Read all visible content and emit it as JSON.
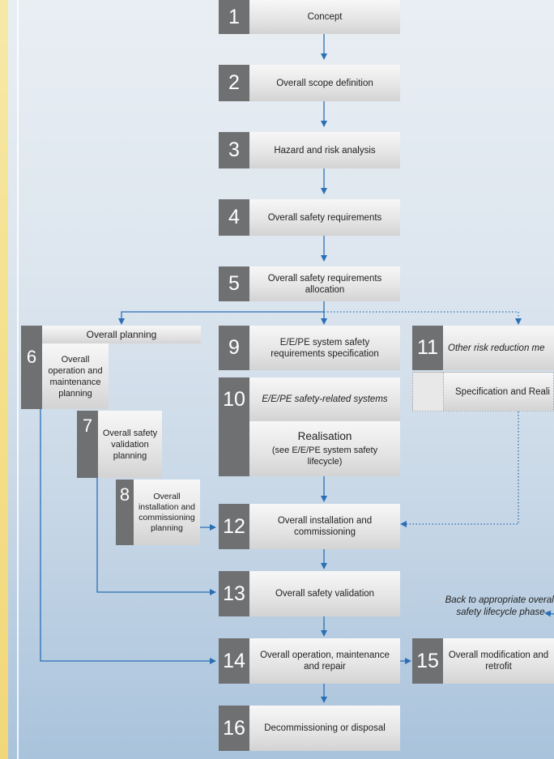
{
  "steps": [
    {
      "num": "1",
      "label": "Concept"
    },
    {
      "num": "2",
      "label": "Overall scope definition"
    },
    {
      "num": "3",
      "label": "Hazard and risk analysis"
    },
    {
      "num": "4",
      "label": "Overall safety requirements"
    },
    {
      "num": "5",
      "label": "Overall safety requirements allocation"
    },
    {
      "num": "6",
      "label": "Overall operation and maintenance planning"
    },
    {
      "num": "7",
      "label": "Overall safety validation planning"
    },
    {
      "num": "8",
      "label": "Overall installation and commissioning planning"
    },
    {
      "num": "9",
      "label": "E/E/PE system safety requirements specification"
    },
    {
      "num": "10",
      "label": "E/E/PE safety-related systems"
    },
    {
      "num": "11",
      "label": "Other risk reduction me"
    },
    {
      "num": "12",
      "label": "Overall installation and commissioning"
    },
    {
      "num": "13",
      "label": "Overall safety validation"
    },
    {
      "num": "14",
      "label": "Overall operation, maintenance and repair"
    },
    {
      "num": "15",
      "label": "Overall modification and retrofit"
    },
    {
      "num": "16",
      "label": "Decommissioning or disposal"
    }
  ],
  "planning_header": "Overall planning",
  "realisation": {
    "title": "Realisation",
    "subtitle": "(see E/E/PE system safety lifecycle)"
  },
  "spec_realisation": "Specification and Reali",
  "back_note": "Back to appropriate overall safety lifecycle phase",
  "colors": {
    "arrow": "#2a6fb5",
    "number_bg": "#6f7072"
  }
}
